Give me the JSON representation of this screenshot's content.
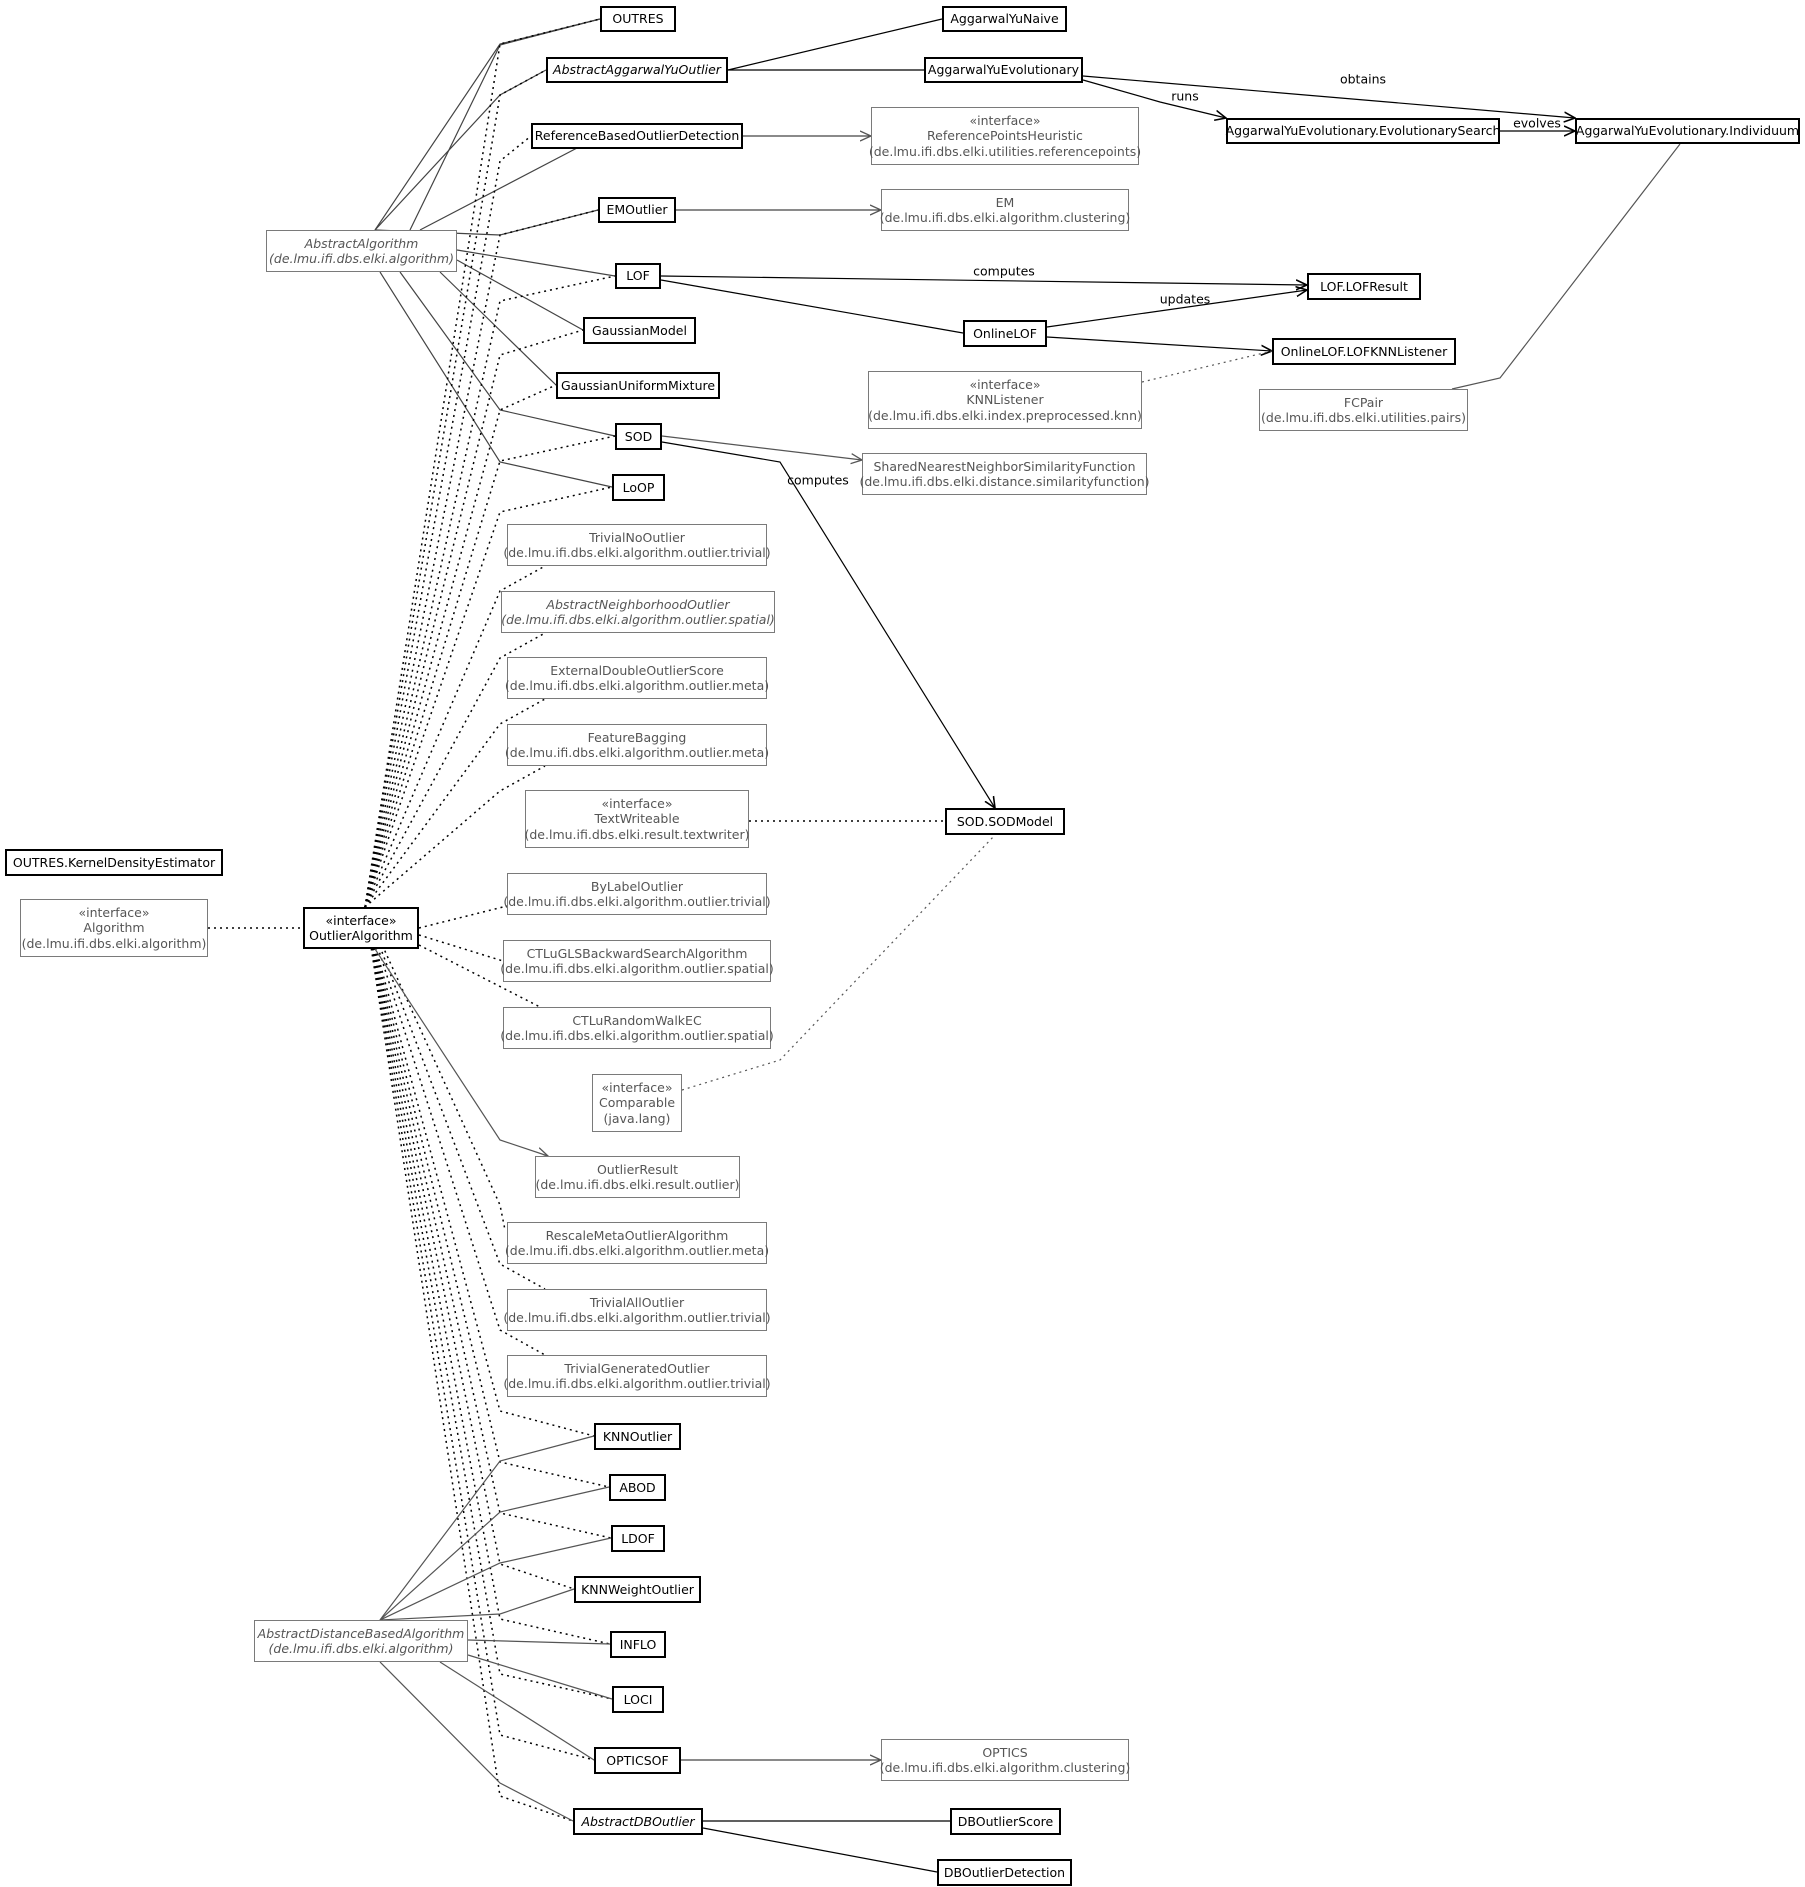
{
  "nodes": [
    {
      "id": "OUTRES",
      "name": "OUTRES",
      "main": true
    },
    {
      "id": "AbstractAggarwalYuOutlier",
      "name": "AbstractAggarwalYuOutlier",
      "main": true,
      "abstract": true
    },
    {
      "id": "AggarwalYuNaive",
      "name": "AggarwalYuNaive",
      "main": true
    },
    {
      "id": "AggarwalYuEvolutionary",
      "name": "AggarwalYuEvolutionary",
      "main": true
    },
    {
      "id": "EvolutionarySearch",
      "name": "AggarwalYuEvolutionary.EvolutionarySearch",
      "main": true
    },
    {
      "id": "Individuum",
      "name": "AggarwalYuEvolutionary.Individuum",
      "main": true
    },
    {
      "id": "ReferenceBasedOutlierDetection",
      "name": "ReferenceBasedOutlierDetection",
      "main": true
    },
    {
      "id": "ReferencePointsHeuristic",
      "stereotype": "«interface»",
      "name": "ReferencePointsHeuristic",
      "pkg": "(de.lmu.ifi.dbs.elki.utilities.referencepoints)"
    },
    {
      "id": "EMOutlier",
      "name": "EMOutlier",
      "main": true
    },
    {
      "id": "EM",
      "name": "EM",
      "pkg": "(de.lmu.ifi.dbs.elki.algorithm.clustering)"
    },
    {
      "id": "AbstractAlgorithm",
      "name": "AbstractAlgorithm",
      "pkg": "(de.lmu.ifi.dbs.elki.algorithm)",
      "abstract": true
    },
    {
      "id": "LOF",
      "name": "LOF",
      "main": true
    },
    {
      "id": "LOFResult",
      "name": "LOF.LOFResult",
      "main": true
    },
    {
      "id": "OnlineLOF",
      "name": "OnlineLOF",
      "main": true
    },
    {
      "id": "LOFKNNListener",
      "name": "OnlineLOF.LOFKNNListener",
      "main": true
    },
    {
      "id": "GaussianModel",
      "name": "GaussianModel",
      "main": true
    },
    {
      "id": "GaussianUniformMixture",
      "name": "GaussianUniformMixture",
      "main": true
    },
    {
      "id": "KNNListener",
      "stereotype": "«interface»",
      "name": "KNNListener",
      "pkg": "(de.lmu.ifi.dbs.elki.index.preprocessed.knn)"
    },
    {
      "id": "FCPair",
      "name": "FCPair",
      "pkg": "(de.lmu.ifi.dbs.elki.utilities.pairs)"
    },
    {
      "id": "SOD",
      "name": "SOD",
      "main": true
    },
    {
      "id": "SharedNN",
      "name": "SharedNearestNeighborSimilarityFunction",
      "pkg": "(de.lmu.ifi.dbs.elki.distance.similarityfunction)"
    },
    {
      "id": "LoOP",
      "name": "LoOP",
      "main": true
    },
    {
      "id": "TrivialNoOutlier",
      "name": "TrivialNoOutlier",
      "pkg": "(de.lmu.ifi.dbs.elki.algorithm.outlier.trivial)"
    },
    {
      "id": "AbstractNeighborhoodOutlier",
      "name": "AbstractNeighborhoodOutlier",
      "pkg": "(de.lmu.ifi.dbs.elki.algorithm.outlier.spatial)",
      "abstract": true
    },
    {
      "id": "ExternalDoubleOutlierScore",
      "name": "ExternalDoubleOutlierScore",
      "pkg": "(de.lmu.ifi.dbs.elki.algorithm.outlier.meta)"
    },
    {
      "id": "FeatureBagging",
      "name": "FeatureBagging",
      "pkg": "(de.lmu.ifi.dbs.elki.algorithm.outlier.meta)"
    },
    {
      "id": "TextWriteable",
      "stereotype": "«interface»",
      "name": "TextWriteable",
      "pkg": "(de.lmu.ifi.dbs.elki.result.textwriter)"
    },
    {
      "id": "SODModel",
      "name": "SOD.SODModel",
      "main": true
    },
    {
      "id": "KernelDensityEstimator",
      "name": "OUTRES.KernelDensityEstimator",
      "main": true
    },
    {
      "id": "Algorithm",
      "stereotype": "«interface»",
      "name": "Algorithm",
      "pkg": "(de.lmu.ifi.dbs.elki.algorithm)"
    },
    {
      "id": "OutlierAlgorithm",
      "stereotype": "«interface»",
      "name": "OutlierAlgorithm",
      "main": true
    },
    {
      "id": "ByLabelOutlier",
      "name": "ByLabelOutlier",
      "pkg": "(de.lmu.ifi.dbs.elki.algorithm.outlier.trivial)"
    },
    {
      "id": "CTLuGLS",
      "name": "CTLuGLSBackwardSearchAlgorithm",
      "pkg": "(de.lmu.ifi.dbs.elki.algorithm.outlier.spatial)"
    },
    {
      "id": "CTLuRandomWalkEC",
      "name": "CTLuRandomWalkEC",
      "pkg": "(de.lmu.ifi.dbs.elki.algorithm.outlier.spatial)"
    },
    {
      "id": "Comparable",
      "stereotype": "«interface»",
      "name": "Comparable",
      "pkg": "(java.lang)"
    },
    {
      "id": "OutlierResult",
      "name": "OutlierResult",
      "pkg": "(de.lmu.ifi.dbs.elki.result.outlier)"
    },
    {
      "id": "RescaleMeta",
      "name": "RescaleMetaOutlierAlgorithm",
      "pkg": "(de.lmu.ifi.dbs.elki.algorithm.outlier.meta)"
    },
    {
      "id": "TrivialAllOutlier",
      "name": "TrivialAllOutlier",
      "pkg": "(de.lmu.ifi.dbs.elki.algorithm.outlier.trivial)"
    },
    {
      "id": "TrivialGeneratedOutlier",
      "name": "TrivialGeneratedOutlier",
      "pkg": "(de.lmu.ifi.dbs.elki.algorithm.outlier.trivial)"
    },
    {
      "id": "KNNOutlier",
      "name": "KNNOutlier",
      "main": true
    },
    {
      "id": "ABOD",
      "name": "ABOD",
      "main": true
    },
    {
      "id": "LDOF",
      "name": "LDOF",
      "main": true
    },
    {
      "id": "KNNWeightOutlier",
      "name": "KNNWeightOutlier",
      "main": true
    },
    {
      "id": "AbstractDistanceBased",
      "name": "AbstractDistanceBasedAlgorithm",
      "pkg": "(de.lmu.ifi.dbs.elki.algorithm)",
      "abstract": true
    },
    {
      "id": "INFLO",
      "name": "INFLO",
      "main": true
    },
    {
      "id": "LOCI",
      "name": "LOCI",
      "main": true
    },
    {
      "id": "OPTICSOF",
      "name": "OPTICSOF",
      "main": true
    },
    {
      "id": "OPTICS",
      "name": "OPTICS",
      "pkg": "(de.lmu.ifi.dbs.elki.algorithm.clustering)"
    },
    {
      "id": "AbstractDBOutlier",
      "name": "AbstractDBOutlier",
      "main": true,
      "abstract": true
    },
    {
      "id": "DBOutlierScore",
      "name": "DBOutlierScore",
      "main": true
    },
    {
      "id": "DBOutlierDetection",
      "name": "DBOutlierDetection",
      "main": true
    }
  ],
  "edge_labels": [
    "obtains",
    "runs",
    "evolves",
    "computes",
    "updates",
    "computes"
  ]
}
